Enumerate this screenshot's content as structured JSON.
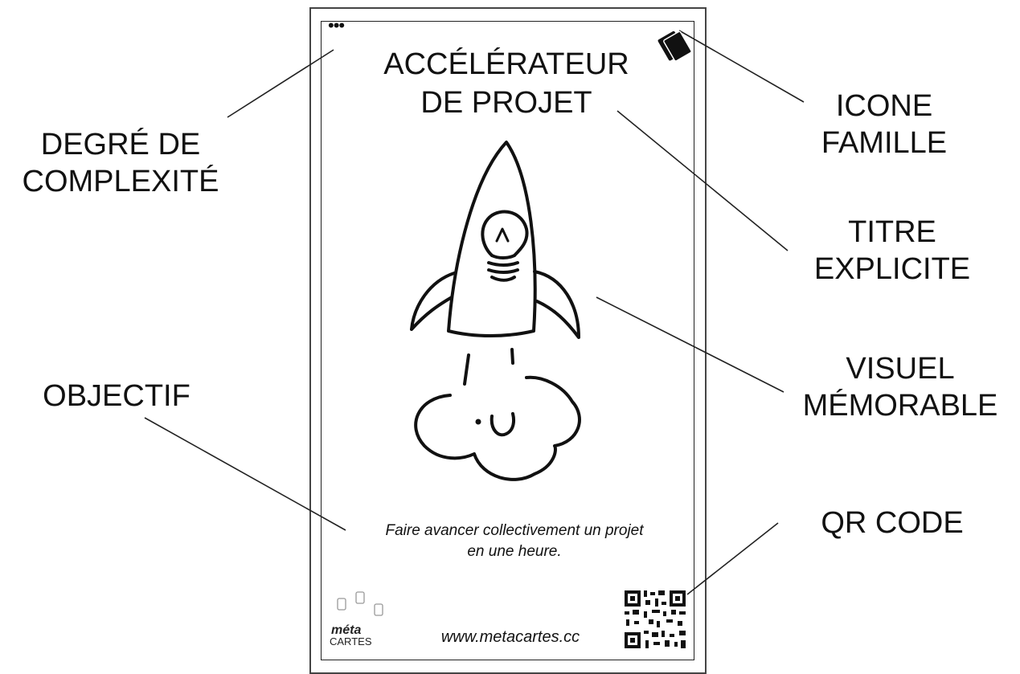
{
  "card": {
    "title_line1": "ACCÉLÉRATEUR",
    "title_line2": "DE PROJET",
    "complexity_dots": "•••",
    "objective_line1": "Faire avancer collectivement un projet",
    "objective_line2": "en une heure.",
    "website": "www.metacartes.cc",
    "logo_text_top": "méta",
    "logo_text_bottom": "CARTES"
  },
  "annotations": {
    "complexity": [
      "DEGRÉ DE",
      "COMPLEXITÉ"
    ],
    "objective": "OBJECTIF",
    "family_icon": [
      "ICONE",
      "FAMILLE"
    ],
    "title": [
      "TITRE",
      "EXPLICITE"
    ],
    "visual": [
      "VISUEL",
      "MÉMORABLE"
    ],
    "qr": "QR CODE"
  }
}
